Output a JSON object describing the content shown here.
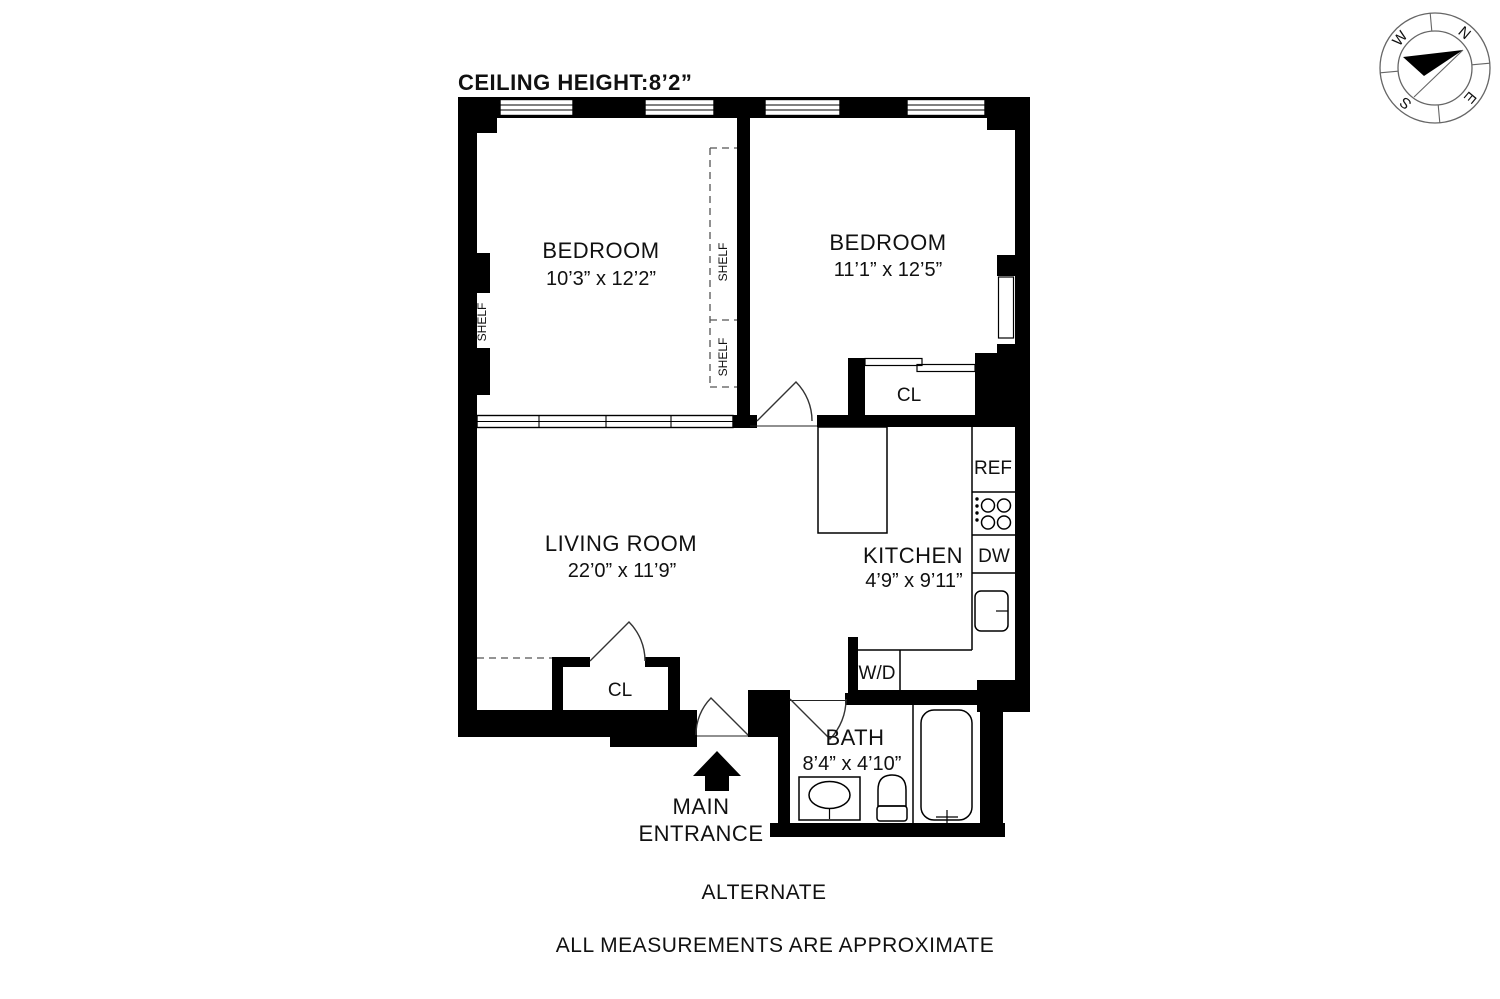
{
  "header": {
    "ceiling_height": "CEILING HEIGHT:8’2”"
  },
  "compass": {
    "n": "N",
    "e": "E",
    "s": "S",
    "w": "W"
  },
  "rooms": {
    "bedroom_left": {
      "name": "BEDROOM",
      "dims": "10’3” x 12’2”"
    },
    "bedroom_right": {
      "name": "BEDROOM",
      "dims": "11’1” x 12’5”"
    },
    "living_room": {
      "name": "LIVING ROOM",
      "dims": "22’0” x 11’9”"
    },
    "kitchen": {
      "name": "KITCHEN",
      "dims": "4’9” x 9’11”"
    },
    "bath": {
      "name": "BATH",
      "dims": "8’4” x 4’10”"
    }
  },
  "closets": {
    "bedroom_closet": "CL",
    "hall_closet": "CL"
  },
  "fixtures": {
    "refrigerator": "REF",
    "dishwasher": "DW",
    "washer_dryer": "W/D"
  },
  "labels": {
    "shelf": "SHELF"
  },
  "entrance": {
    "line1": "MAIN",
    "line2": "ENTRANCE"
  },
  "footer": {
    "plan_name": "ALTERNATE",
    "disclaimer": "ALL MEASUREMENTS ARE APPROXIMATE"
  },
  "colors": {
    "wall": "#000000",
    "background": "#ffffff"
  }
}
